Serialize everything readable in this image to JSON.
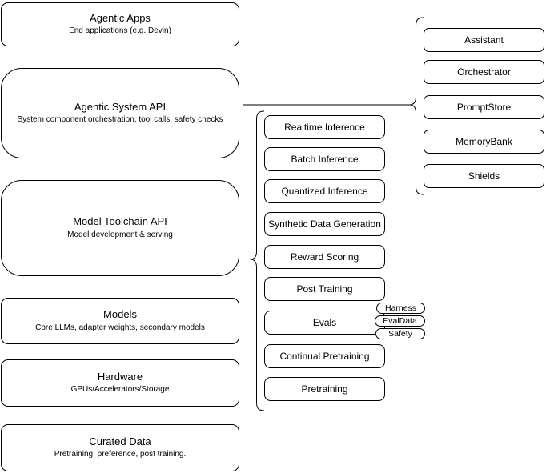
{
  "diagram": {
    "background": "#ffffff",
    "stroke_color": "#000000",
    "text_color": "#000000"
  },
  "left_stack": [
    {
      "title": "Agentic Apps",
      "subtitle": "End applications (e.g. Devin)"
    },
    {
      "title": "Agentic System API",
      "subtitle": "System component orchestration, tool calls, safety checks"
    },
    {
      "title": "Model Toolchain API",
      "subtitle": "Model development & serving"
    },
    {
      "title": "Models",
      "subtitle": "Core LLMs, adapter weights, secondary models"
    },
    {
      "title": "Hardware",
      "subtitle": "GPUs/Accelerators/Storage"
    },
    {
      "title": "Curated Data",
      "subtitle": "Pretraining, preference, post training."
    }
  ],
  "toolchain": {
    "items": [
      "Realtime Inference",
      "Batch Inference",
      "Quantized Inference",
      "Synthetic Data Generation",
      "Reward Scoring",
      "Post Training",
      "Evals",
      "Continual Pretraining",
      "Pretraining"
    ]
  },
  "evals_tags": [
    "Harness",
    "EvalData",
    "Safety"
  ],
  "system_components": [
    "Assistant",
    "Orchestrator",
    "PromptStore",
    "MemoryBank",
    "Shields"
  ]
}
